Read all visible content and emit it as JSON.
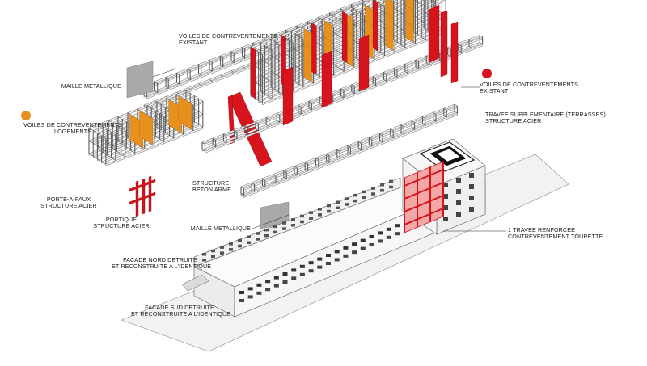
{
  "colors": {
    "red_shear_walls": "#d7141d",
    "orange_shear_walls": "#e8901e",
    "frame_grey": "#f0f0f0",
    "line": "#5a5a5a",
    "mesh_grey": "#a9a9a9",
    "light_red": "#f3a7a7"
  },
  "legend": {
    "red": {
      "line1": "VOILES DE CONTREVENTEMENTS",
      "line2": "EXISTANT"
    },
    "orange": {
      "line1": "VOILES DE CONTREVENTEMENTS",
      "line2": "LOGEMENTS"
    }
  },
  "labels": {
    "voiles_top": {
      "line1": "VOILES DE CONTREVENTEMENTS",
      "line2": "EXISTANT"
    },
    "maille_1": {
      "line1": "MAILLE METALLIQUE"
    },
    "travee_supp": {
      "line1": "TRAVEE SUPPLEMENTAIRE (TERRASSES)",
      "line2": "STRUCTURE ACIER"
    },
    "structure_beton": {
      "line1": "STRUCTURE",
      "line2": "BETON ARME"
    },
    "porte_a_faux": {
      "line1": "PORTE-A-FAUX",
      "line2": "STRUCTURE ACIER"
    },
    "portique": {
      "line1": "PORTIQUE",
      "line2": "STRUCTURE ACIER"
    },
    "maille_2": {
      "line1": "MAILLE METALLIQUE"
    },
    "travee_renforcee": {
      "line1": "1 TRAVEE RENFORCEE",
      "line2": "CONTREVENTEMENT TOURETTE"
    },
    "facade_nord": {
      "line1": "FACADE NORD DETRUITE",
      "line2": "ET RECONSTRUITE A L'IDENTIQUE"
    },
    "facade_sud": {
      "line1": "FACADE SUD DETRUITE",
      "line2": "ET RECONSTRUITE A L'IDENTIQUE"
    }
  }
}
